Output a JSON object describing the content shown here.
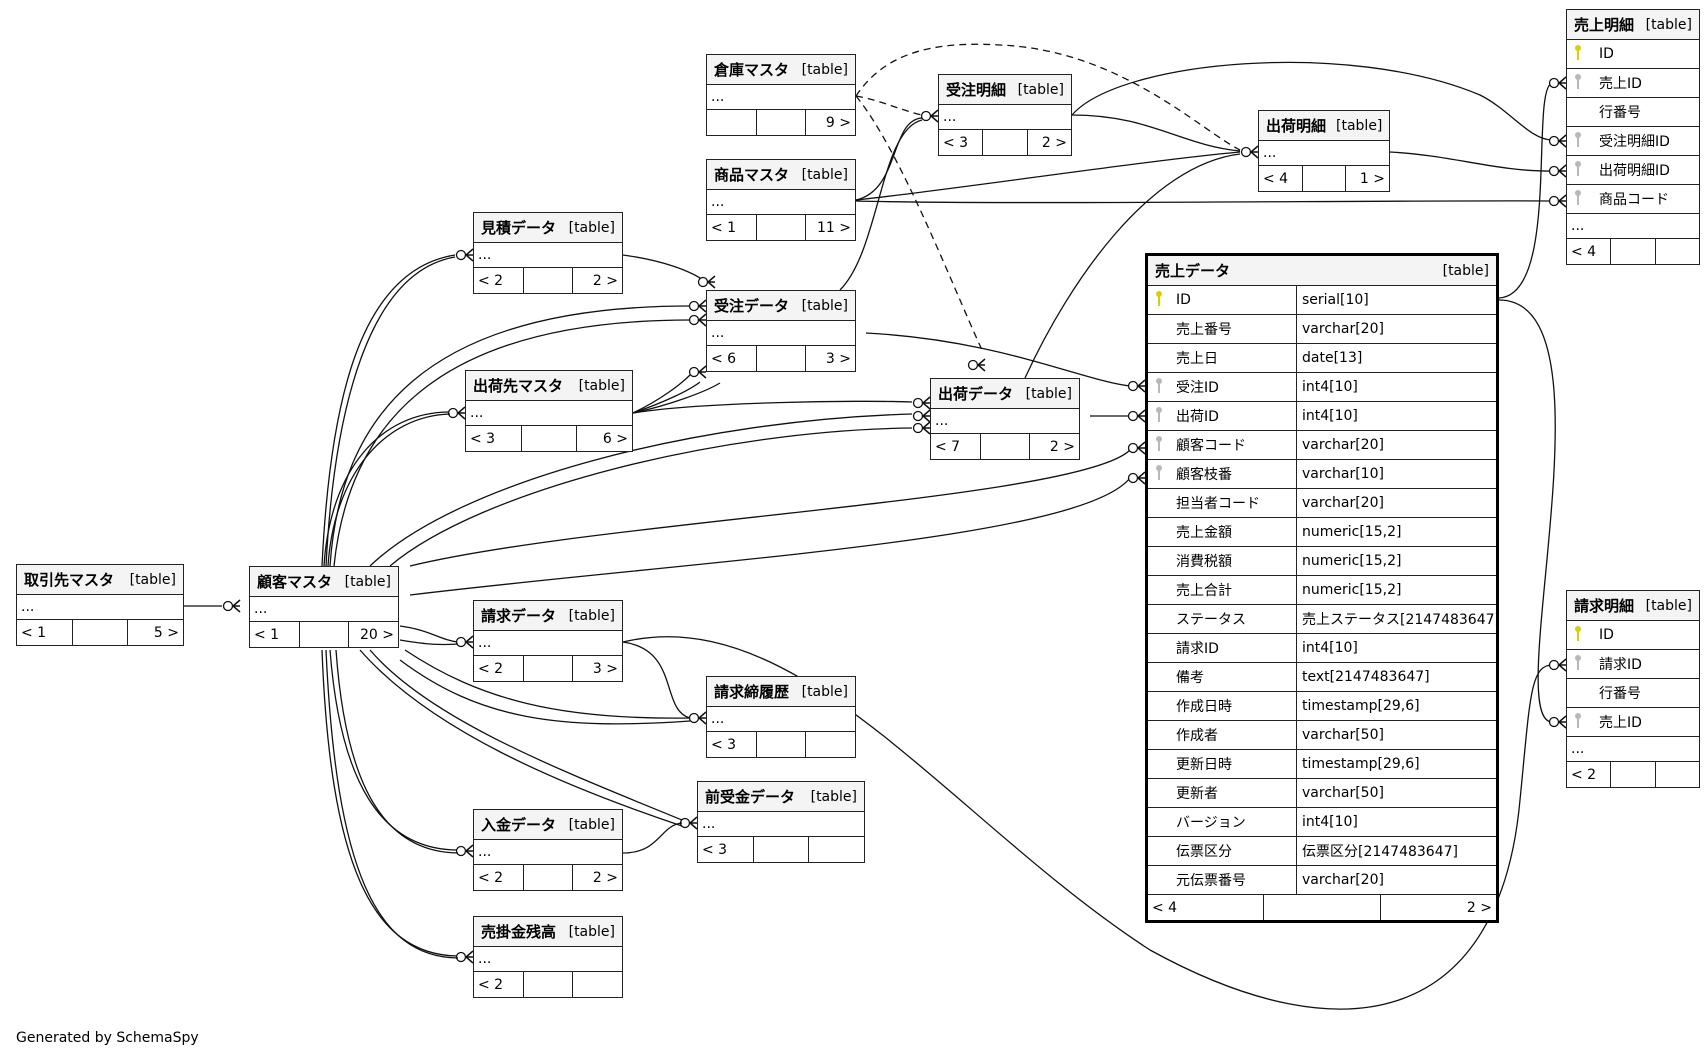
{
  "footer": "Generated by SchemaSpy",
  "tables": {
    "torihikisaki": {
      "name": "取引先マスタ",
      "kind": "[table]",
      "ellipsis": "...",
      "footer": [
        "< 1",
        "",
        "5 >"
      ]
    },
    "kokyaku": {
      "name": "顧客マスタ",
      "kind": "[table]",
      "ellipsis": "...",
      "footer": [
        "< 1",
        "",
        "20 >"
      ]
    },
    "mitsumori": {
      "name": "見積データ",
      "kind": "[table]",
      "ellipsis": "...",
      "footer": [
        "< 2",
        "",
        "2 >"
      ]
    },
    "shukkasaki": {
      "name": "出荷先マスタ",
      "kind": "[table]",
      "ellipsis": "...",
      "footer": [
        "< 3",
        "",
        "6 >"
      ]
    },
    "seikyu": {
      "name": "請求データ",
      "kind": "[table]",
      "ellipsis": "...",
      "footer": [
        "< 2",
        "",
        "3 >"
      ]
    },
    "nyukin": {
      "name": "入金データ",
      "kind": "[table]",
      "ellipsis": "...",
      "footer": [
        "< 2",
        "",
        "2 >"
      ]
    },
    "urikake": {
      "name": "売掛金残高",
      "kind": "[table]",
      "ellipsis": "...",
      "footer": [
        "< 2",
        "",
        ""
      ]
    },
    "souko": {
      "name": "倉庫マスタ",
      "kind": "[table]",
      "ellipsis": "...",
      "footer": [
        "",
        "",
        "9 >"
      ]
    },
    "shohin": {
      "name": "商品マスタ",
      "kind": "[table]",
      "ellipsis": "...",
      "footer": [
        "< 1",
        "",
        "11 >"
      ]
    },
    "juchu": {
      "name": "受注データ",
      "kind": "[table]",
      "ellipsis": "...",
      "footer": [
        "< 6",
        "",
        "3 >"
      ]
    },
    "seikyushime": {
      "name": "請求締履歴",
      "kind": "[table]",
      "ellipsis": "...",
      "footer": [
        "< 3",
        "",
        ""
      ]
    },
    "maeuke": {
      "name": "前受金データ",
      "kind": "[table]",
      "ellipsis": "...",
      "footer": [
        "< 3",
        "",
        ""
      ]
    },
    "juchumeisai": {
      "name": "受注明細",
      "kind": "[table]",
      "ellipsis": "...",
      "footer": [
        "< 3",
        "",
        "2 >"
      ]
    },
    "shukka": {
      "name": "出荷データ",
      "kind": "[table]",
      "ellipsis": "...",
      "footer": [
        "< 7",
        "",
        "2 >"
      ]
    },
    "shukkameisai": {
      "name": "出荷明細",
      "kind": "[table]",
      "ellipsis": "...",
      "footer": [
        "< 4",
        "",
        "1 >"
      ]
    },
    "uriage": {
      "name": "売上データ",
      "kind": "[table]",
      "columns": [
        {
          "name": "ID",
          "type": "serial[10]",
          "key": "pk"
        },
        {
          "name": "売上番号",
          "type": "varchar[20]",
          "key": ""
        },
        {
          "name": "売上日",
          "type": "date[13]",
          "key": ""
        },
        {
          "name": "受注ID",
          "type": "int4[10]",
          "key": "fk"
        },
        {
          "name": "出荷ID",
          "type": "int4[10]",
          "key": "fk"
        },
        {
          "name": "顧客コード",
          "type": "varchar[20]",
          "key": "fk"
        },
        {
          "name": "顧客枝番",
          "type": "varchar[10]",
          "key": "fk"
        },
        {
          "name": "担当者コード",
          "type": "varchar[20]",
          "key": ""
        },
        {
          "name": "売上金額",
          "type": "numeric[15,2]",
          "key": ""
        },
        {
          "name": "消費税額",
          "type": "numeric[15,2]",
          "key": ""
        },
        {
          "name": "売上合計",
          "type": "numeric[15,2]",
          "key": ""
        },
        {
          "name": "ステータス",
          "type": "売上ステータス[2147483647]",
          "key": ""
        },
        {
          "name": "請求ID",
          "type": "int4[10]",
          "key": ""
        },
        {
          "name": "備考",
          "type": "text[2147483647]",
          "key": ""
        },
        {
          "name": "作成日時",
          "type": "timestamp[29,6]",
          "key": ""
        },
        {
          "name": "作成者",
          "type": "varchar[50]",
          "key": ""
        },
        {
          "name": "更新日時",
          "type": "timestamp[29,6]",
          "key": ""
        },
        {
          "name": "更新者",
          "type": "varchar[50]",
          "key": ""
        },
        {
          "name": "バージョン",
          "type": "int4[10]",
          "key": ""
        },
        {
          "name": "伝票区分",
          "type": "伝票区分[2147483647]",
          "key": ""
        },
        {
          "name": "元伝票番号",
          "type": "varchar[20]",
          "key": ""
        }
      ],
      "footer": [
        "< 4",
        "",
        "2 >"
      ]
    },
    "uriagemeisai": {
      "name": "売上明細",
      "kind": "[table]",
      "columns": [
        {
          "name": "ID",
          "key": "pk"
        },
        {
          "name": "売上ID",
          "key": "fk"
        },
        {
          "name": "行番号",
          "key": ""
        },
        {
          "name": "受注明細ID",
          "key": "fk"
        },
        {
          "name": "出荷明細ID",
          "key": "fk"
        },
        {
          "name": "商品コード",
          "key": "fk"
        }
      ],
      "ellipsis": "...",
      "footer": [
        "< 4",
        "",
        ""
      ]
    },
    "seikyumeisai": {
      "name": "請求明細",
      "kind": "[table]",
      "columns": [
        {
          "name": "ID",
          "key": "pk"
        },
        {
          "name": "請求ID",
          "key": "fk"
        },
        {
          "name": "行番号",
          "key": ""
        },
        {
          "name": "売上ID",
          "key": "fk"
        }
      ],
      "ellipsis": "...",
      "footer": [
        "< 2",
        "",
        ""
      ]
    }
  }
}
